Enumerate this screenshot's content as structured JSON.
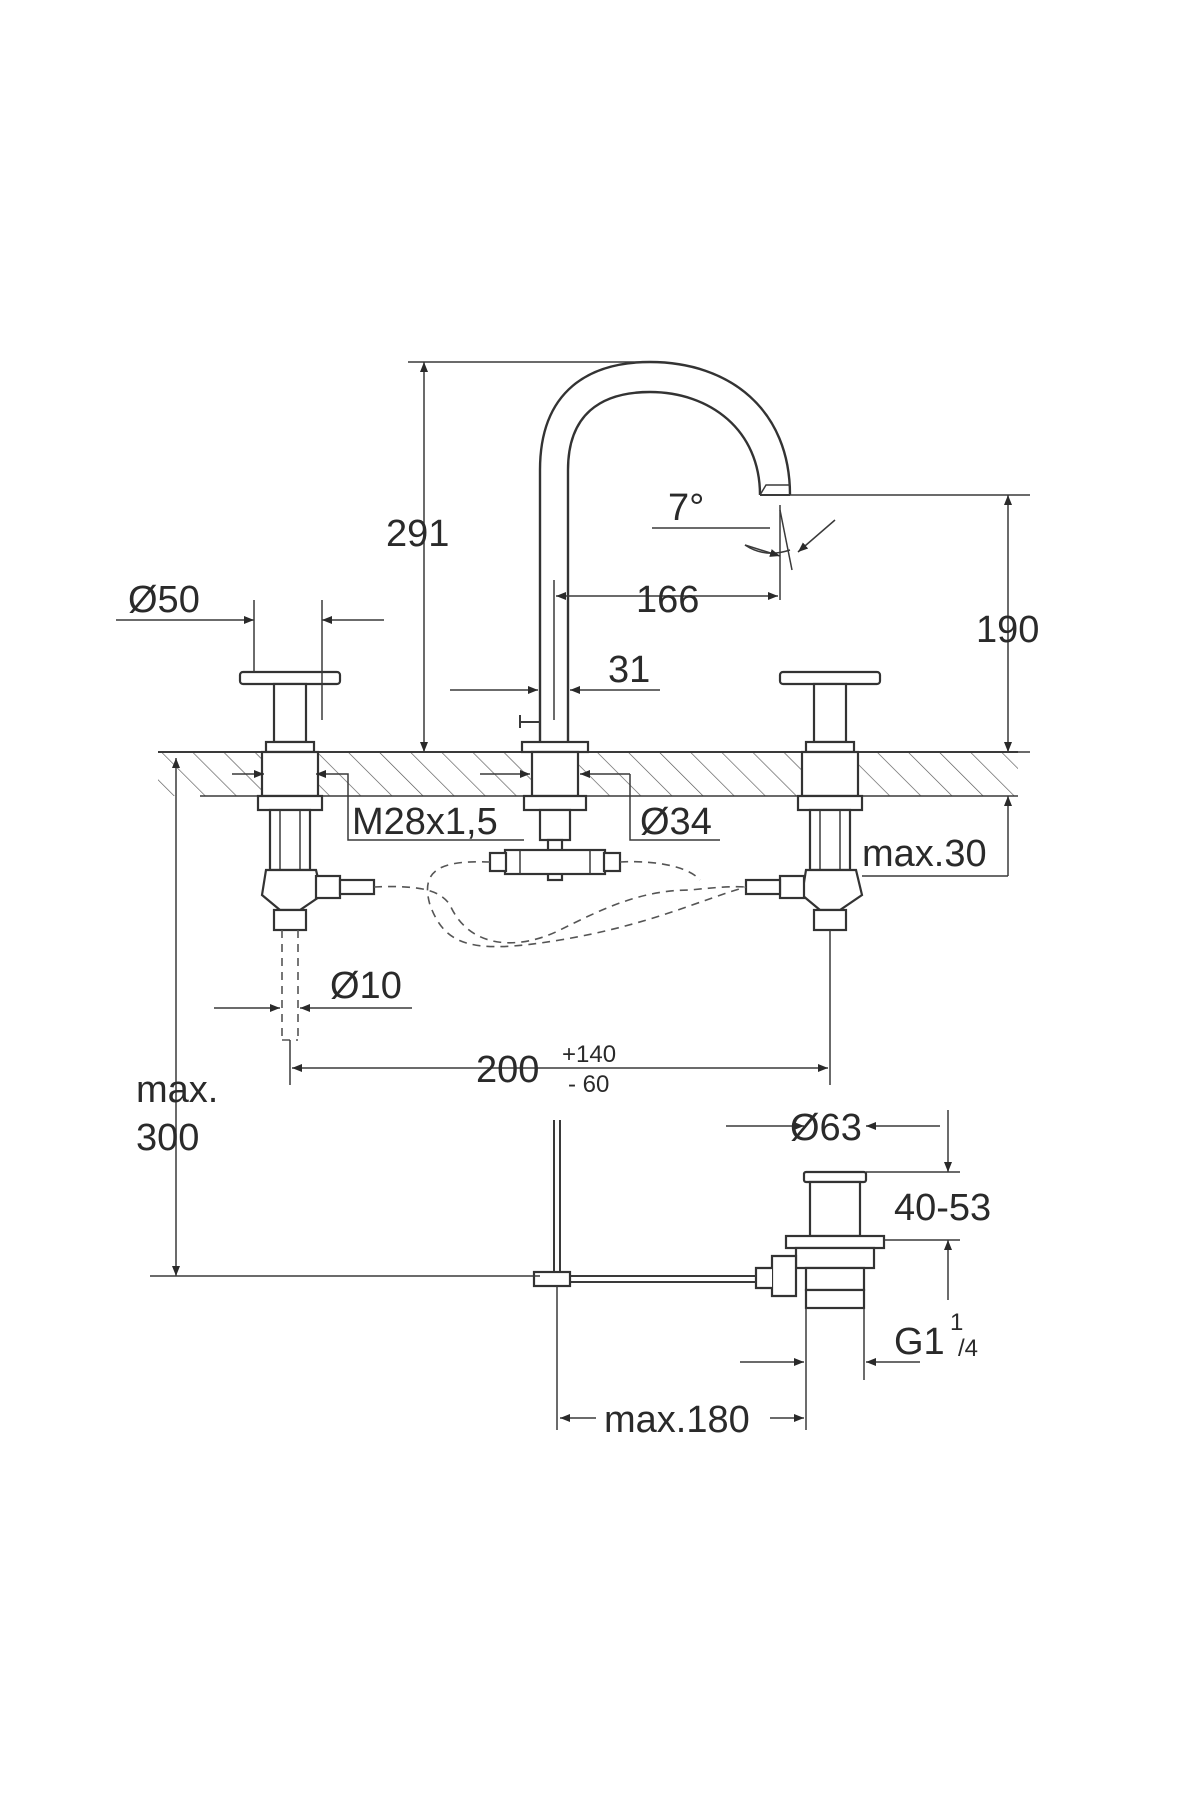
{
  "dimensions": {
    "height_total": "291",
    "spout_angle": "7°",
    "spout_reach": "166",
    "spout_height": "190",
    "handle_diameter": "Ø50",
    "spout_offset": "31",
    "thread": "M28x1,5",
    "spout_base_diameter": "Ø34",
    "deck_thickness": "max.30",
    "hose_diameter": "Ø10",
    "centers": "200",
    "centers_tol_plus": "+140",
    "centers_tol_minus": "- 60",
    "drain_depth_1": "max.",
    "drain_depth_2": "300",
    "drain_diameter": "Ø63",
    "flange_height": "40-53",
    "waste_thread": "G1",
    "waste_thread_num": "1",
    "waste_thread_den": "/4",
    "rod_length": "max.180"
  },
  "colors": {
    "line": "#3a3a3a",
    "background": "#ffffff"
  }
}
